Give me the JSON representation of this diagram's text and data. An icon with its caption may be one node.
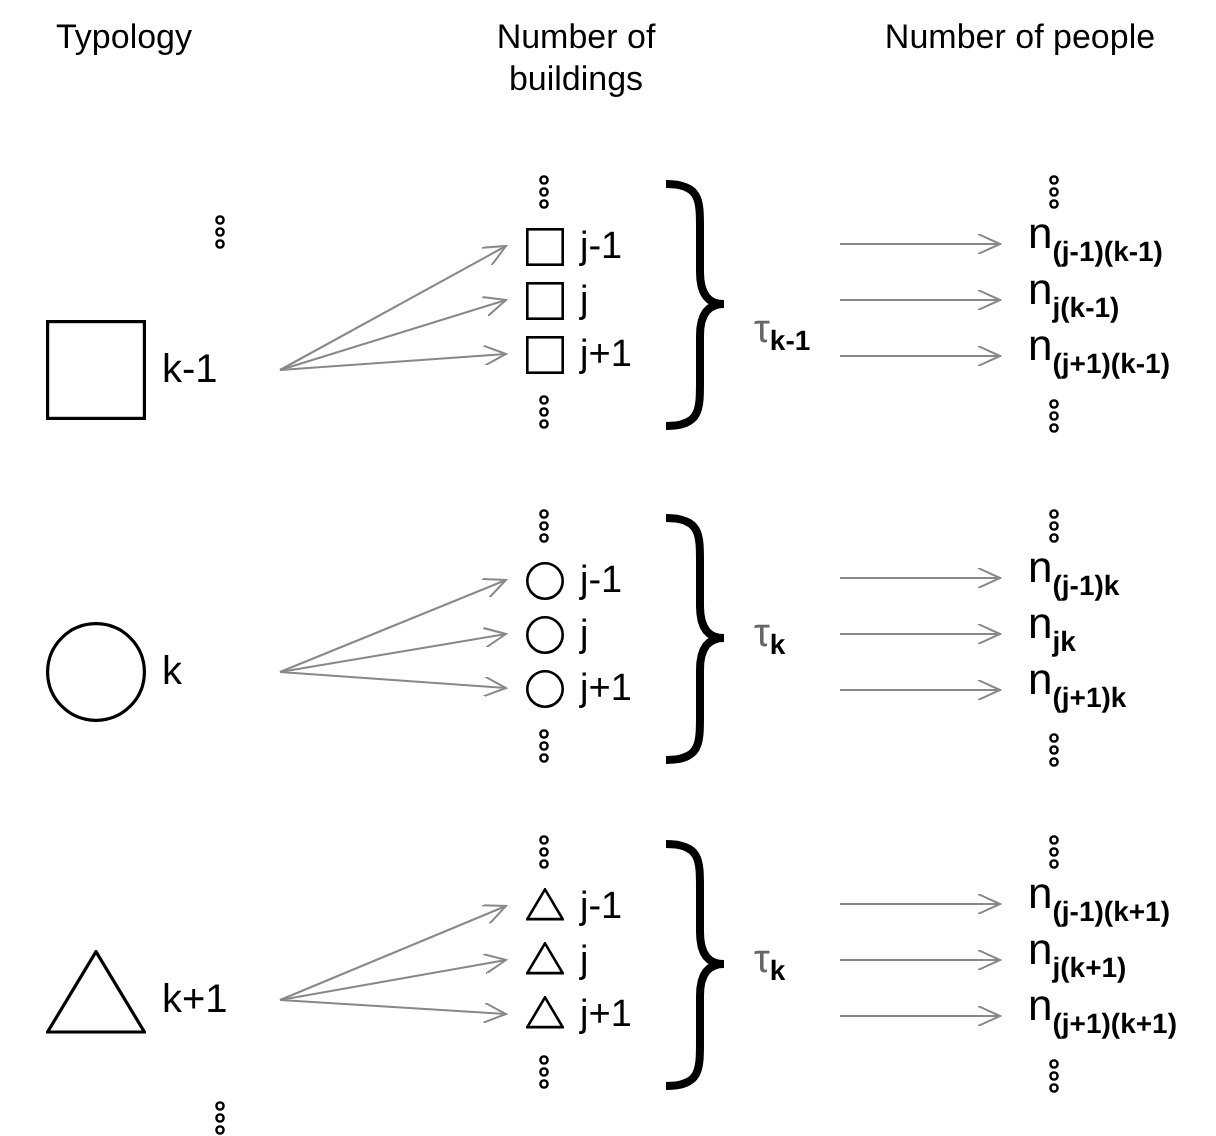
{
  "diagram": {
    "nodes": [
      {
        "text": [],
        "shape": "box",
        "beside": [
          "k-1"
        ]
      },
      {
        "text": [],
        "shape": "box",
        "beside": [
          "j-1"
        ]
      },
      {
        "text": [],
        "shape": "box",
        "beside": [
          "j"
        ]
      },
      {
        "text": [],
        "shape": "box",
        "beside": [
          "j+1"
        ]
      },
      {
        "text": [
          "n$_{(j-1)(k-1)}$"
        ]
      },
      {
        "text": [
          "n$_{j(k-1)}$"
        ]
      },
      {
        "text": [
          "n$_{(j+1)(k-1)}$"
        ]
      },
      {
        "text": [],
        "shape": "circle",
        "beside": [
          "k"
        ]
      },
      {
        "text": [],
        "shape": "circle",
        "beside": [
          "j-1"
        ]
      },
      {
        "text": [],
        "shape": "circle",
        "beside": [
          "j"
        ]
      },
      {
        "text": [],
        "shape": "circle",
        "beside": [
          "j+1"
        ]
      },
      {
        "text": [
          "n$_{(j-1)k}$"
        ]
      },
      {
        "text": [
          "n$_{jk}$"
        ]
      },
      {
        "text": [
          "n$_{(j+1)k}$"
        ]
      },
      {
        "text": [],
        "shape": "triangle",
        "beside": [
          "k+1"
        ]
      },
      {
        "text": [],
        "shape": "triangle",
        "beside": [
          "j-1"
        ]
      },
      {
        "text": [],
        "shape": "triangle",
        "beside": [
          "j"
        ]
      },
      {
        "text": [],
        "shape": "triangle",
        "beside": [
          "j+1"
        ]
      },
      {
        "text": [
          "n$_{(j-1)(k+1)}$"
        ]
      },
      {
        "text": [
          "n$_{j(k+1)}$"
        ]
      },
      {
        "text": [
          "n$_{(j+1)(k+1)}$"
        ]
      }
    ],
    "edges": [
      {
        "from": 0,
        "to": 1,
        "arrow": "to"
      },
      {
        "from": 0,
        "to": 2,
        "arrow": "to"
      },
      {
        "from": 0,
        "to": 3,
        "arrow": "to"
      },
      {
        "from": null,
        "to": 4,
        "arrow": "to"
      },
      {
        "from": null,
        "to": 5,
        "arrow": "to"
      },
      {
        "from": null,
        "to": 6,
        "arrow": "to"
      },
      {
        "from": 7,
        "to": 8,
        "arrow": "to"
      },
      {
        "from": 7,
        "to": 9,
        "arrow": "to"
      },
      {
        "from": 7,
        "to": 10,
        "arrow": "to"
      },
      {
        "from": null,
        "to": 11,
        "arrow": "to"
      },
      {
        "from": null,
        "to": 12,
        "arrow": "to"
      },
      {
        "from": null,
        "to": 13,
        "arrow": "to"
      },
      {
        "from": 14,
        "to": 15,
        "arrow": "to"
      },
      {
        "from": 14,
        "to": 16,
        "arrow": "to"
      },
      {
        "from": 14,
        "to": 17,
        "arrow": "to"
      },
      {
        "from": null,
        "to": 18,
        "arrow": "to"
      },
      {
        "from": null,
        "to": 19,
        "arrow": "to"
      },
      {
        "from": null,
        "to": 20,
        "arrow": "to"
      }
    ],
    "labels": [
      "Typology",
      "Number of buildings",
      "Number of people",
      "τ$_{k-1}$",
      "τ$_{k}$",
      "τ$_{k}$"
    ]
  }
}
